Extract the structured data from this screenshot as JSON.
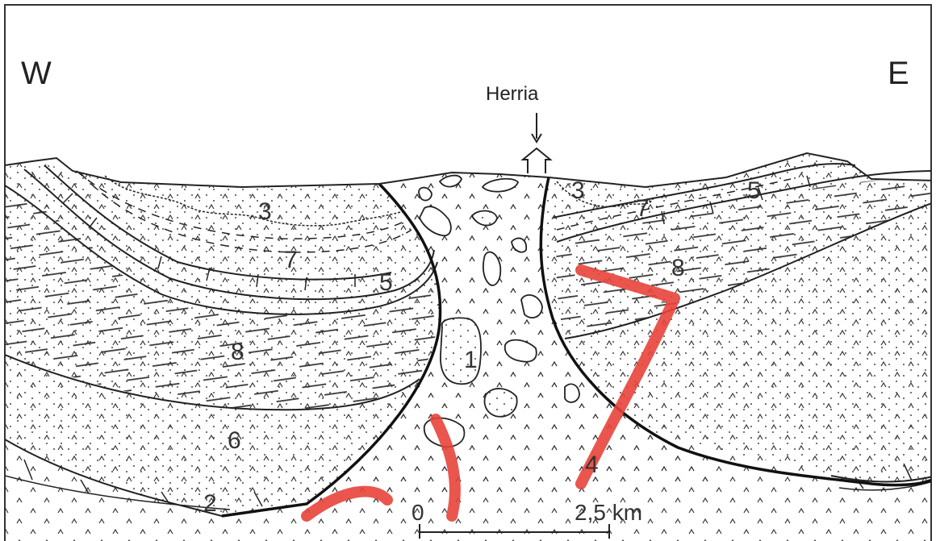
{
  "directions": {
    "west": "W",
    "east": "E"
  },
  "town": "Herria",
  "units": {
    "u3_left": "3",
    "u7_left": "7",
    "u5_left": "5",
    "u8_left": "8",
    "u6": "6",
    "u2": "2",
    "u1": "1",
    "u4": "4",
    "u3_right": "3",
    "u7_right": "7",
    "u5_right": "5",
    "u8_right": "8"
  },
  "scale": {
    "start": "0",
    "end": "2,5 km"
  },
  "colors": {
    "line": "#222222",
    "watermark": "#e8443a",
    "background": "#ffffff"
  }
}
